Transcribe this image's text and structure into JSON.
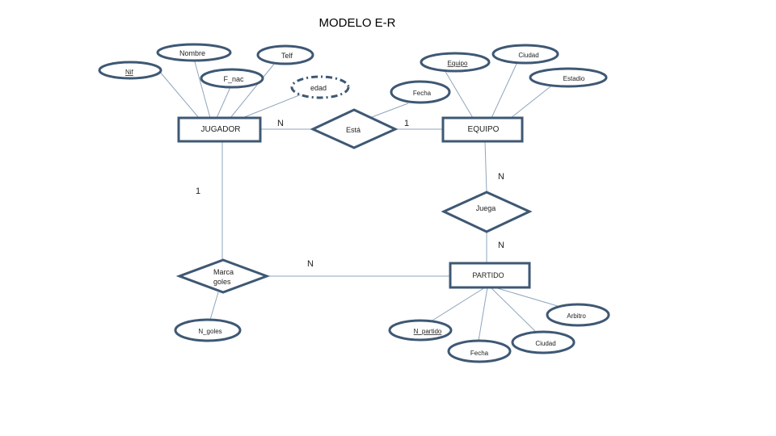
{
  "title": "MODELO E-R",
  "entities": {
    "jugador": "JUGADOR",
    "equipo": "EQUIPO",
    "partido": "PARTIDO"
  },
  "relationships": {
    "esta": "Está",
    "juega": "Juega",
    "marca_goles": [
      "Marca",
      "goles"
    ]
  },
  "attributes": {
    "nombre": "Nombre",
    "telf": "Telf",
    "nif": "Nif",
    "f_nac": "F_nac",
    "edad": "edad",
    "equipo": "Equipo",
    "ciudad_equipo": "Ciudad",
    "estadio": "Estadio",
    "fecha_esta": "Fecha",
    "n_goles": "N_goles",
    "arbitro": "Arbitro",
    "n_partido": "N_partido",
    "ciudad_partido": "Ciudad",
    "fecha_partido": "Fecha"
  },
  "cardinalities": {
    "jugador_esta": "N",
    "esta_equipo": "1",
    "jugador_marca": "1",
    "equipo_juega": "N",
    "juega_partido": "N",
    "marca_partido": "N"
  },
  "colors": {
    "shape_stroke": "#3e5874",
    "connector": "#8fa5bd"
  }
}
